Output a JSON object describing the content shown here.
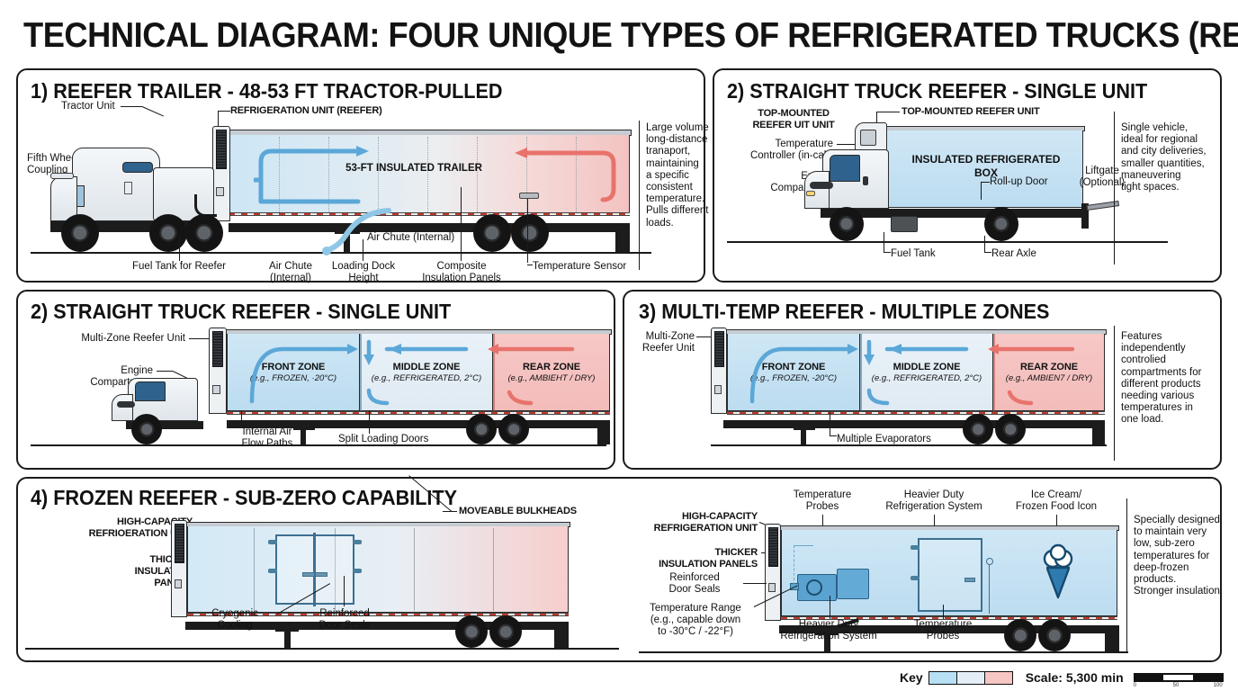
{
  "title": "TECHNICAL DIAGRAM: FOUR UNIQUE TYPES OF REFRIGERATED TRUCKS (REEFERS)",
  "panel1": {
    "title": "1) REEFER TRAILER - 48-53 FT TRACTOR-PULLED",
    "callout_reefer_unit": "REFRIGERATION UNIT (REEFER)",
    "callout_tractor_unit": "Tractor Unit",
    "callout_fifth_wheel": "Fifth Wheel\nCoupling",
    "trailer_label": "53-FT INSULATED TRAILER",
    "callout_air_chute_internal": "Air Chute (Internal)",
    "callout_fuel_tank": "Fuel Tank for Reefer",
    "callout_air_chute_bottom": "Air Chute\n(Internal)",
    "callout_loading_dock": "Loading Dock\nHeight",
    "callout_insulation_panels": "Composite\nInsulation Panels",
    "callout_temp_sensor": "Temperature Sensor",
    "description": "Large volume\nlong-distance\ntranaport,\nmaintaining\na specific\nconsistent\ntemperature.\nPulls different\nloads."
  },
  "panel2": {
    "title": "2) STRAIGHT TRUCK REEFER - SINGLE UNIT",
    "callout_top_mounted_left": "TOP-MOUNTED\nREEFER UIT UNIT",
    "callout_top_mounted_right": "TOP-MOUNTED REEFER UNIT",
    "callout_temp_controller": "Temperature\nController (in-cab)",
    "callout_engine_compartment": "Engine\nCompartment",
    "box_label": "INSULATED\nREFRIGERATED BOX",
    "callout_rollup_door": "Roll-up Door",
    "callout_liftgate": "Liftgate\n(Optional)",
    "callout_fuel_tank": "Fuel Tank",
    "callout_rear_axle": "Rear Axle",
    "description": "Single vehicle,\nideal for regional\nand city deliveries,\nsmaller quantities,\nmaneuvering\ntight spaces."
  },
  "panel3": {
    "title": "2) STRAIGHT TRUCK REEFER - SINGLE UNIT",
    "callout_multizone_unit": "Multi-Zone Reefer Unit",
    "callout_engine_compartment": "Engine\nCompartment",
    "zones": [
      {
        "name": "FRONT ZONE",
        "detail": "(e.g., FROZEN, ·20°C)"
      },
      {
        "name": "MIDDLE ZONE",
        "detail": "(e.g., REFRIGERATED, 2°C)"
      },
      {
        "name": "REAR ZONE",
        "detail": "(e.g., AMBIEHT / DRY)"
      }
    ],
    "callout_airflow": "Internal Air\nFlow Paths",
    "callout_split_doors": "Split Loading Doors"
  },
  "panel4": {
    "title": "3) MULTI-TEMP REEFER - MULTIPLE ZONES",
    "callout_multizone_unit": "Multi-Zone\nReefer Unit",
    "zones": [
      {
        "name": "FRONT ZONE",
        "detail": "(e.g., FROZEN, -20°C)"
      },
      {
        "name": "MIDDLE ZONE",
        "detail": "(e.g., REFRIGERATED, 2°C)"
      },
      {
        "name": "REAR ZONE",
        "detail": "(e.g., AMBIEN7 / DRY)"
      }
    ],
    "callout_evaporators": "Multiple Evaporators",
    "description": "Features\nindependently\ncontrolied\ncompartments for\ndifferent products\nneeding various\ntemperatures in\none load."
  },
  "panel5": {
    "title": "4) FROZEN REEFER - SUB-ZERO CAPABILITY",
    "left": {
      "callout_high_capacity": "HIGH-CAPACITY\nREFRIOERATION UNIT",
      "callout_thicker_insulation": "THICKER\nINSULATION\nPANELS",
      "callout_moveable_bulkheads": "MOVEABLE BULKHEADS",
      "callout_cryogenic": "Cryogenic\nCooling",
      "callout_door_seals": "Reinforced\nDoor Seals"
    },
    "right": {
      "callout_high_capacity": "HIGH-CAPACITY\nREFRIGERATION UNIT",
      "callout_thicker_insulation": "THICKER\nINSULATION PANELS",
      "callout_door_seals": "Reinforced\nDoor Seals",
      "callout_temp_range": "Temperature Range\n(e.g., capable down\nto -30°C / -22°F)",
      "callout_temp_probes_top": "Temperature\nProbes",
      "callout_heavier_duty_top": "Heavier Duty\nRefrigeration System",
      "callout_ice_cream_icon": "Ice Cream/\nFrozen Food Icon",
      "callout_heavier_duty_bottom": "Heavier Duty\nRefrigeration System",
      "callout_temp_probes_bottom": "Temperature\nProbes",
      "description": "Specially designed\nto maintain very\nlow, sub-zero\ntemperatures for\ndeep-frozen\nproducts.\nStronger insulation."
    }
  },
  "footer": {
    "key_label": "Key",
    "swatches": [
      "#b8e0f5",
      "#e4eef6",
      "#f6c6c4"
    ],
    "scale_label": "Scale: 5,300 min",
    "scale_ticks": [
      "0",
      "50",
      "100"
    ]
  }
}
